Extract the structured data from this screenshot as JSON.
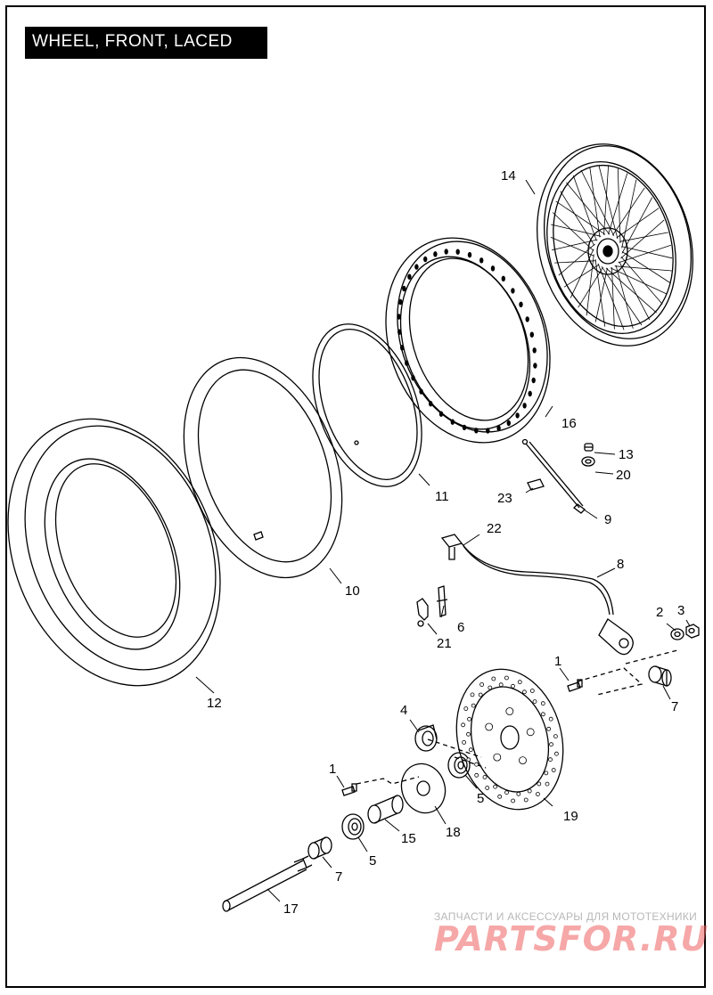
{
  "title": "WHEEL, FRONT, LACED",
  "callouts": {
    "c1a": "1",
    "c1b": "1",
    "c2": "2",
    "c3": "3",
    "c4": "4",
    "c5a": "5",
    "c5b": "5",
    "c6": "6",
    "c7a": "7",
    "c7b": "7",
    "c8": "8",
    "c9": "9",
    "c10": "10",
    "c11": "11",
    "c12": "12",
    "c13": "13",
    "c14": "14",
    "c15": "15",
    "c16": "16",
    "c17": "17",
    "c18": "18",
    "c19": "19",
    "c20": "20",
    "c21": "21",
    "c22": "22",
    "c23": "23"
  },
  "watermark": {
    "tagline": "ЗАПЧАСТИ И АКСЕССУАРЫ ДЛЯ МОТОТЕХНИКИ",
    "logo": "PARTSFOR.RU"
  }
}
